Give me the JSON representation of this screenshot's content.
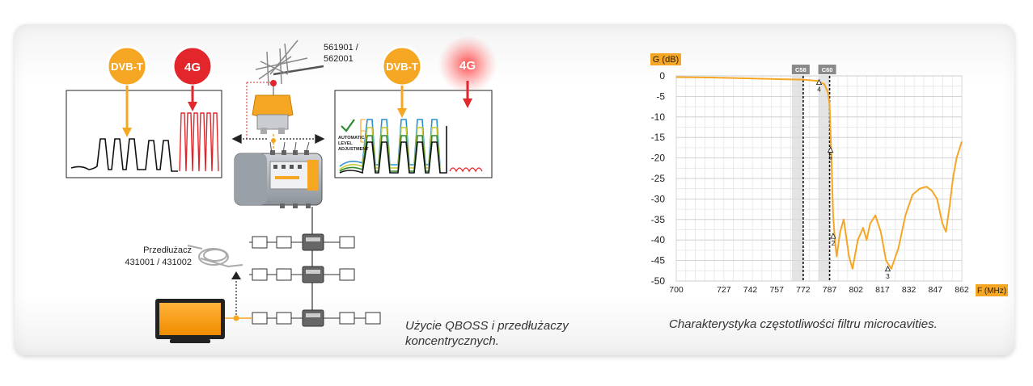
{
  "left": {
    "badge_dvbt": "DVB-T",
    "badge_4g": "4G",
    "badge_dvbt_right": "DVB-T",
    "badge_4g_right": "4G",
    "antenna_codes": [
      "561901 /",
      "562001"
    ],
    "agc_label": [
      "AUTOMATIC",
      "LEVEL",
      "ADJUSTMENT"
    ],
    "extender_label": [
      "Przedłużacz",
      "431001 / 431002"
    ],
    "caption": [
      "Użycie QBOSS i przedłużaczy",
      "koncentrycznych."
    ],
    "colors": {
      "orange": "#f5a623",
      "red": "#e3262b",
      "green": "#2e8b2e",
      "blue": "#2a8fd0",
      "yellow": "#c8c82a"
    }
  },
  "chart_data": {
    "type": "line",
    "ylabel": "G (dB)",
    "xlabel": "F (MHz)",
    "ylim": [
      -50,
      0
    ],
    "xlim": [
      700,
      862
    ],
    "xticks": [
      700,
      727,
      742,
      757,
      772,
      787,
      802,
      817,
      832,
      847,
      862
    ],
    "yticks": [
      0,
      -5,
      -10,
      -15,
      -20,
      -25,
      -30,
      -35,
      -40,
      -45,
      -50
    ],
    "channel_markers": [
      {
        "label": "C58",
        "x": 772
      },
      {
        "label": "C60",
        "x": 787
      }
    ],
    "point_markers": [
      {
        "label": "4",
        "x": 781,
        "y": -1.5
      },
      {
        "label": "5",
        "x": 787.5,
        "y": -18
      },
      {
        "label": "2",
        "x": 789,
        "y": -39
      },
      {
        "label": "3",
        "x": 820,
        "y": -47
      }
    ],
    "series": [
      {
        "color": "#f5a623",
        "x": [
          700,
          720,
          740,
          760,
          772,
          780,
          784,
          786,
          787,
          788,
          789,
          790,
          791,
          793,
          795,
          798,
          800,
          803,
          806,
          808,
          810,
          813,
          816,
          819,
          822,
          826,
          830,
          834,
          838,
          842,
          845,
          848,
          851,
          853,
          855,
          857,
          859,
          862
        ],
        "y": [
          -0.3,
          -0.4,
          -0.6,
          -0.8,
          -0.9,
          -1.2,
          -2,
          -4,
          -7,
          -20,
          -34,
          -40,
          -44,
          -38,
          -35,
          -44,
          -47,
          -40,
          -37,
          -40,
          -36,
          -34,
          -38,
          -45,
          -47,
          -42,
          -34,
          -29,
          -27.5,
          -27,
          -28,
          -30,
          -36,
          -38,
          -32,
          -25,
          -20,
          -16
        ]
      }
    ],
    "grid": true,
    "caption": "Charakterystyka częstotliwości filtru microcavities."
  }
}
